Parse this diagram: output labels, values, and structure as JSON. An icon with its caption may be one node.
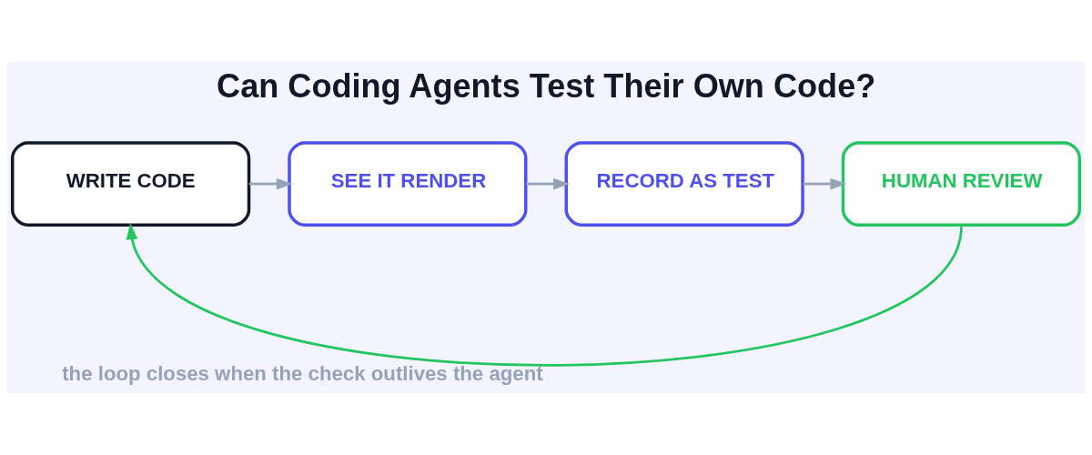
{
  "diagram": {
    "title": "Can Coding Agents Test Their Own Code?",
    "nodes": [
      {
        "text": [
          "WRITE CODE"
        ]
      },
      {
        "text": [
          "SEE IT RENDER"
        ]
      },
      {
        "text": [
          "RECORD AS TEST"
        ]
      },
      {
        "text": [
          "HUMAN REVIEW"
        ]
      }
    ],
    "edges": [
      {
        "from": 0,
        "to": 1,
        "arrow": "to"
      },
      {
        "from": 1,
        "to": 2,
        "arrow": "to"
      },
      {
        "from": 2,
        "to": 3,
        "arrow": "to"
      },
      {
        "from": 3,
        "to": 0,
        "arrow": "to",
        "label": "the loop closes when the check outlives the agent",
        "color": "#22c55e"
      }
    ]
  }
}
